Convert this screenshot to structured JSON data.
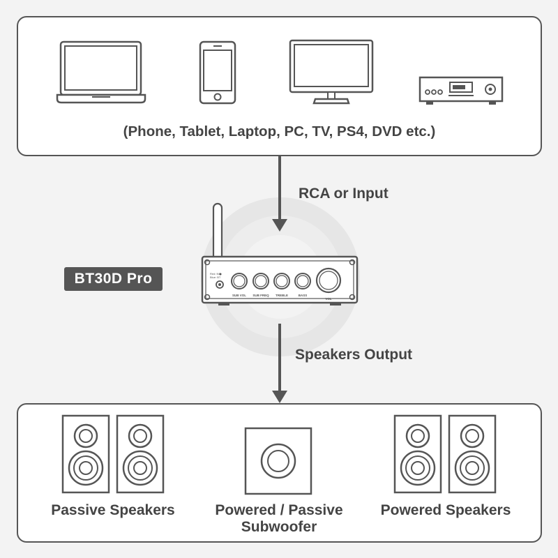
{
  "sources": {
    "caption": "(Phone, Tablet, Laptop, PC, TV, PS4, DVD etc.)",
    "devices": [
      "laptop-icon",
      "phone-icon",
      "monitor-icon",
      "dvd-player-icon"
    ]
  },
  "input_arrow": {
    "label": "RCA or Input"
  },
  "amplifier": {
    "model": "BT30D Pro",
    "knob_labels": [
      "SUB VOL",
      "SUB FREQ",
      "TREBLE",
      "BASS",
      "VOL"
    ],
    "status_text": "Red: NO\nBlue: BT"
  },
  "output_arrow": {
    "label": "Speakers Output"
  },
  "outputs": {
    "passive_label": "Passive Speakers",
    "subwoofer_label_line1": "Powered / Passive",
    "subwoofer_label_line2": "Subwoofer",
    "powered_label": "Powered Speakers"
  },
  "colors": {
    "stroke": "#555555",
    "text": "#444444",
    "background": "#f3f3f3",
    "halo": "#e2e2e2"
  }
}
